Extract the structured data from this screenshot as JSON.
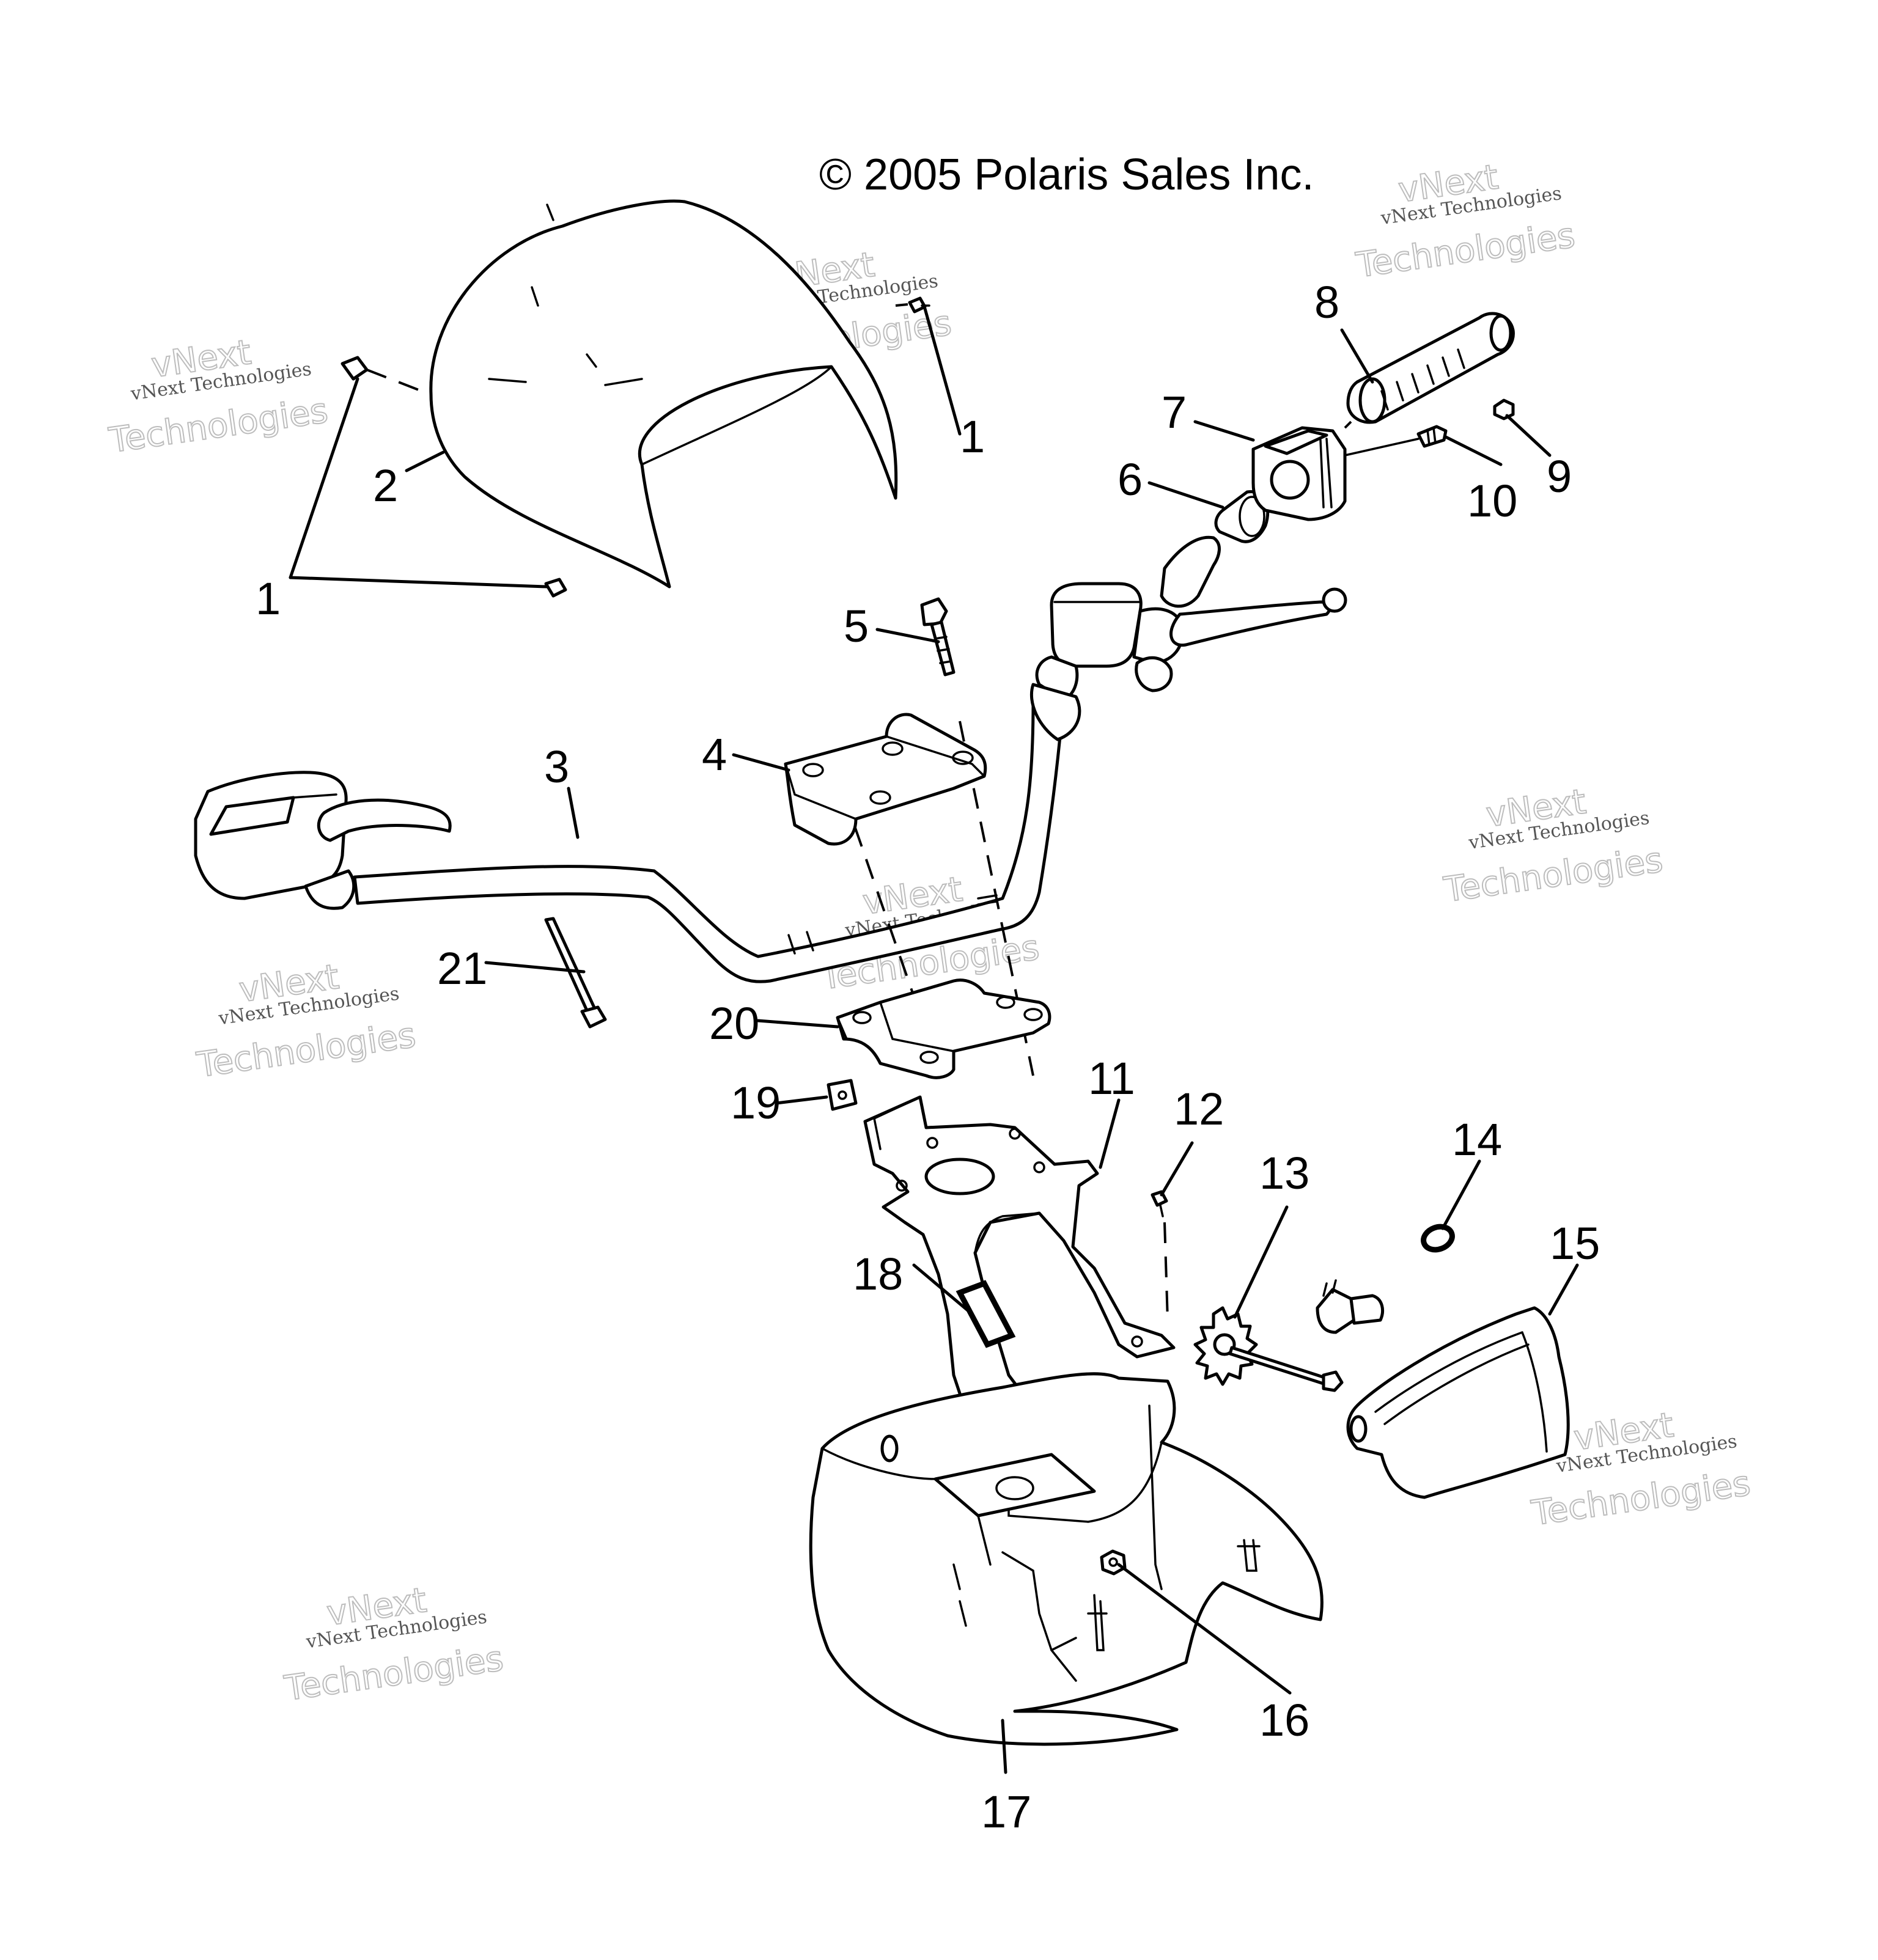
{
  "copyright": "© 2005 Polaris Sales Inc.",
  "watermark": {
    "line1": "vNext",
    "line2": "vNext Technologies",
    "line3": "Technologies"
  },
  "callouts": [
    "1",
    "1",
    "2",
    "3",
    "4",
    "5",
    "6",
    "7",
    "8",
    "9",
    "10",
    "11",
    "12",
    "13",
    "14",
    "15",
    "16",
    "17",
    "18",
    "19",
    "20",
    "21"
  ]
}
